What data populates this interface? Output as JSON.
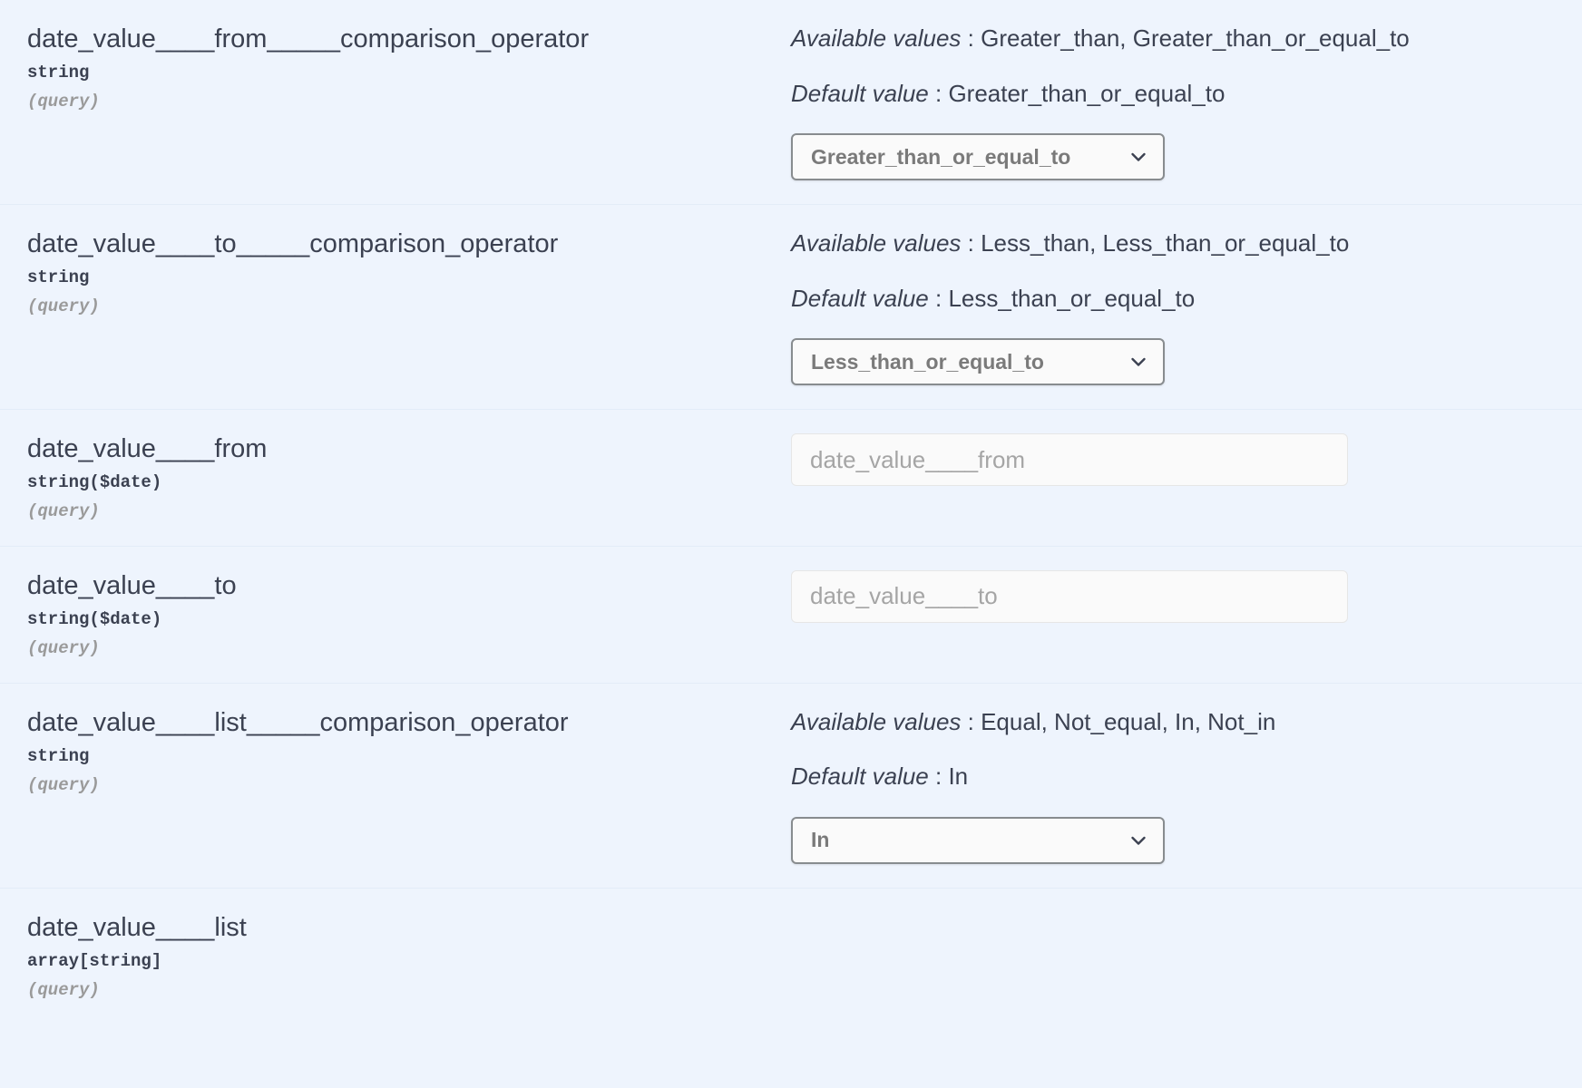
{
  "theme": {
    "page_background": "#eef4fd",
    "text_color": "#3b4151",
    "muted_text_color": "#9a9a9a",
    "control_background": "#fafafa",
    "select_border": "#888c8f",
    "input_border": "#e6e6e6",
    "placeholder_color": "#a5a5a5"
  },
  "labels": {
    "available_values": "Available values",
    "default_value": "Default value",
    "separator": " : "
  },
  "parameters": [
    {
      "name": "date_value____from_____comparison_operator",
      "type": "string",
      "in": "(query)",
      "control": "select",
      "available_values": "Greater_than, Greater_than_or_equal_to",
      "default_value": "Greater_than_or_equal_to",
      "selected": "Greater_than_or_equal_to",
      "options": [
        "Greater_than",
        "Greater_than_or_equal_to"
      ]
    },
    {
      "name": "date_value____to_____comparison_operator",
      "type": "string",
      "in": "(query)",
      "control": "select",
      "available_values": "Less_than, Less_than_or_equal_to",
      "default_value": "Less_than_or_equal_to",
      "selected": "Less_than_or_equal_to",
      "options": [
        "Less_than",
        "Less_than_or_equal_to"
      ]
    },
    {
      "name": "date_value____from",
      "type": "string($date)",
      "in": "(query)",
      "control": "text",
      "value": "",
      "placeholder": "date_value____from"
    },
    {
      "name": "date_value____to",
      "type": "string($date)",
      "in": "(query)",
      "control": "text",
      "value": "",
      "placeholder": "date_value____to"
    },
    {
      "name": "date_value____list_____comparison_operator",
      "type": "string",
      "in": "(query)",
      "control": "select",
      "available_values": "Equal, Not_equal, In, Not_in",
      "default_value": "In",
      "selected": "In",
      "options": [
        "Equal",
        "Not_equal",
        "In",
        "Not_in"
      ]
    },
    {
      "name": "date_value____list",
      "type": "array[string]",
      "in": "(query)",
      "control": "none"
    }
  ],
  "icons": {
    "chevron_down": "chevron-down-icon"
  }
}
